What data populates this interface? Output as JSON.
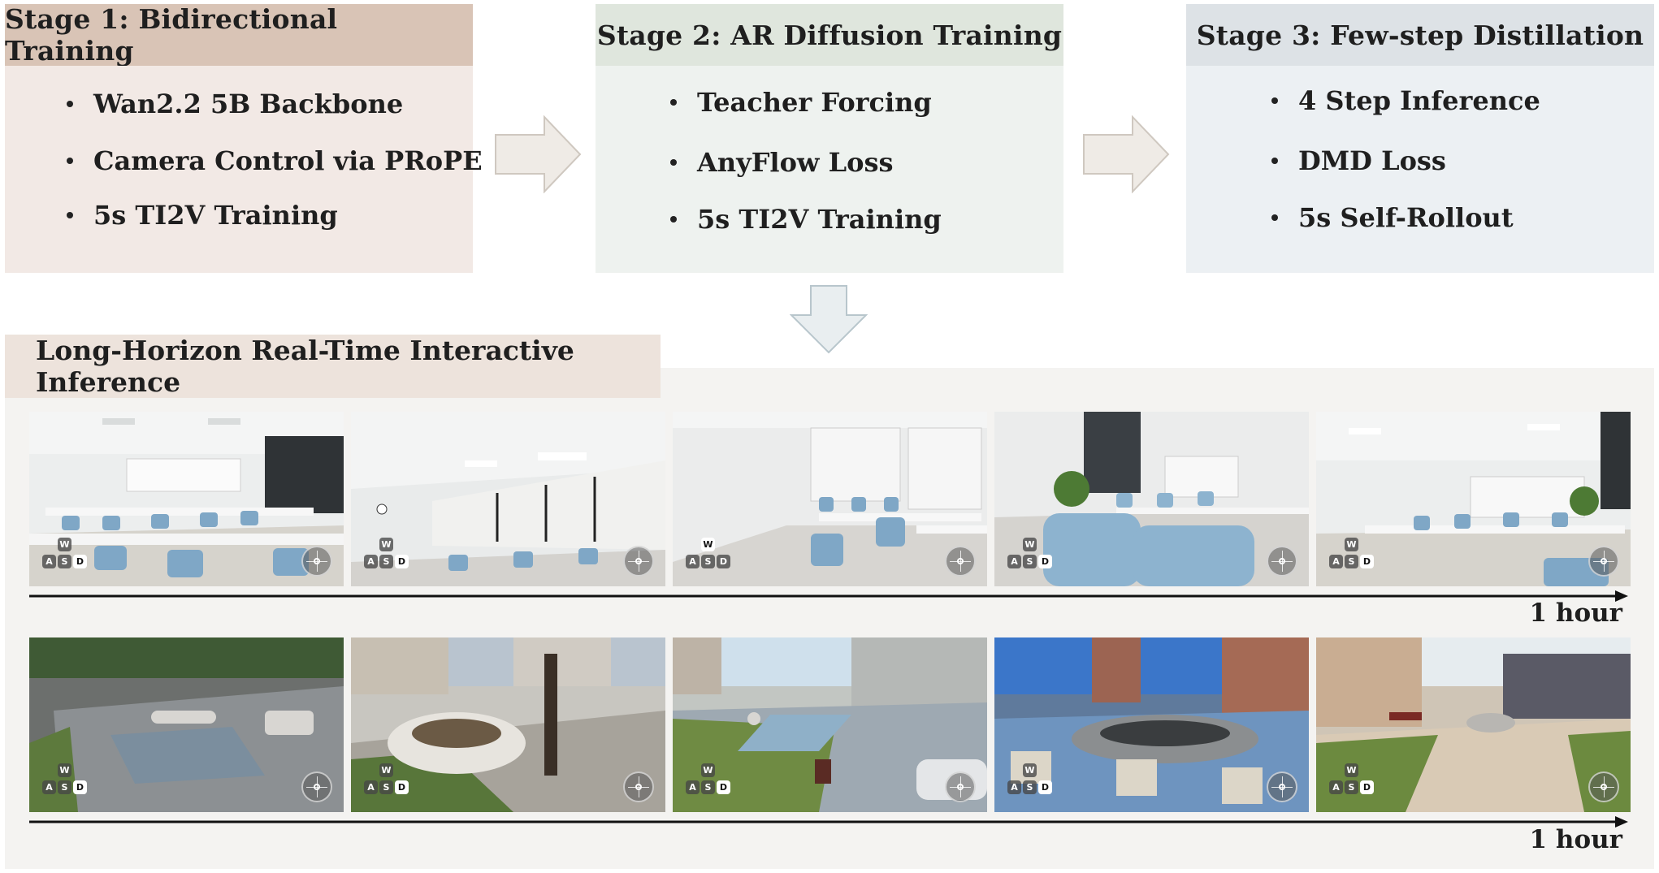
{
  "stages": [
    {
      "title": "Stage 1: Bidirectional Training",
      "bullets": [
        "Wan2.2 5B Backbone",
        "Camera Control via PRoPE",
        "5s TI2V Training"
      ],
      "header_color": "#d9c4b6",
      "body_color": "#f2e9e5"
    },
    {
      "title": "Stage 2: AR Diffusion Training",
      "bullets": [
        "Teacher Forcing",
        "AnyFlow Loss",
        "5s TI2V Training"
      ],
      "header_color": "#dfe6dd",
      "body_color": "#eef2ef"
    },
    {
      "title": "Stage 3: Few-step Distillation",
      "bullets": [
        "4 Step Inference",
        "DMD Loss",
        "5s Self-Rollout"
      ],
      "header_color": "#dde2e6",
      "body_color": "#ecf0f3"
    }
  ],
  "inference": {
    "title": "Long-Horizon Real-Time Interactive Inference",
    "timeline_labels": [
      "1 hour",
      "1 hour"
    ],
    "rows": [
      {
        "scene": "indoor classroom",
        "frames": [
          {
            "active_key": "D"
          },
          {
            "active_key": "D"
          },
          {
            "active_key": "W"
          },
          {
            "active_key": "D"
          },
          {
            "active_key": "D"
          }
        ]
      },
      {
        "scene": "outdoor plaza",
        "frames": [
          {
            "active_key": "D"
          },
          {
            "active_key": "D"
          },
          {
            "active_key": "D"
          },
          {
            "active_key": "D"
          },
          {
            "active_key": "D"
          }
        ]
      }
    ],
    "keys": [
      "W",
      "A",
      "S",
      "D"
    ],
    "icons": [
      "joystick-icon",
      "arrow-right-icon",
      "arrow-down-icon"
    ]
  }
}
